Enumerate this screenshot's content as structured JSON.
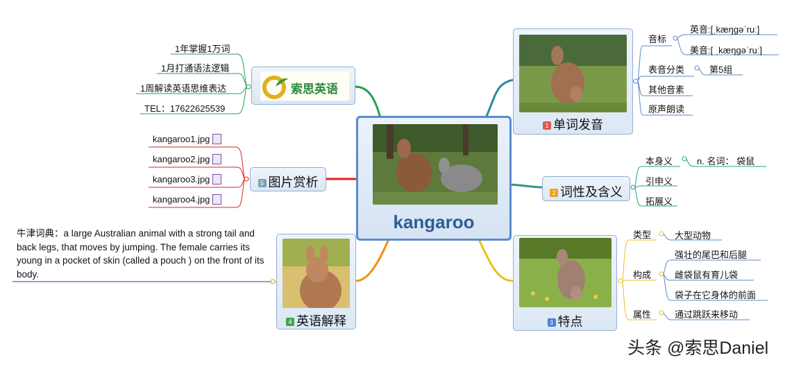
{
  "center": {
    "title": "kangaroo"
  },
  "topics": {
    "t1": {
      "num": "1",
      "label": "单词发音",
      "color": "#e05a4a"
    },
    "t2": {
      "num": "2",
      "label": "词性及含义",
      "color": "#f0a020"
    },
    "t3": {
      "num": "3",
      "label": "特点",
      "color": "#4a7fd8"
    },
    "t4": {
      "num": "4",
      "label": "英语解释",
      "color": "#3aa84a"
    },
    "t5": {
      "num": "5",
      "label": "图片赏析",
      "color": "#7aa0b8"
    },
    "logo": {
      "label": "索思英语"
    }
  },
  "pronunciation": {
    "phonetic_label": "音标",
    "uk": "英音:[ˌkæŋɡəˈruː]",
    "us": "美音:[ ˌkæŋɡəˈruː]",
    "category_label": "表音分类",
    "category_value": "第5组",
    "other": "其他音素",
    "original": "原声朗读"
  },
  "meaning": {
    "self_label": "本身义",
    "self_value": "n. 名词： 袋鼠",
    "extended": "引申义",
    "expanded": "拓展义"
  },
  "features": {
    "type_label": "类型",
    "type_value": "大型动物",
    "structure_label": "构成",
    "structure_values": [
      "强壮的尾巴和后腿",
      "雌袋鼠有育儿袋",
      "袋子在它身体的前面"
    ],
    "attr_label": "属性",
    "attr_value": "通过跳跃来移动"
  },
  "explanation": {
    "text": "牛津词典：a large Australian animal with a strong tail and back legs, that moves by jumping. The female carries its young in a pocket of skin (called a pouch ) on the front of its body."
  },
  "images": [
    "kangaroo1.jpg",
    "kangaroo2.jpg",
    "kangaroo3.jpg",
    "kangaroo4.jpg"
  ],
  "ads": [
    "1年掌握1万词",
    "1月打通语法逻辑",
    "1周解读英语思维表达",
    "TEL：17622625539"
  ],
  "watermark": "头条 @索思Daniel"
}
